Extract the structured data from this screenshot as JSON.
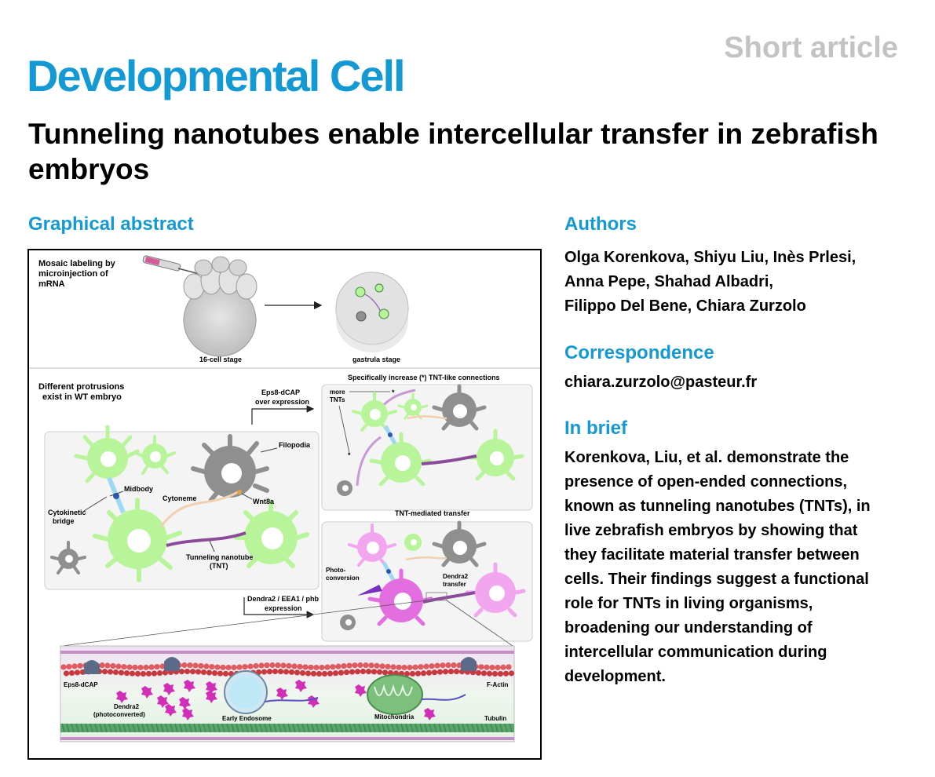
{
  "header": {
    "article_type": "Short article",
    "journal": "Developmental Cell",
    "title": "Tunneling nanotubes enable intercellular transfer in zebrafish embryos"
  },
  "graphical_abstract": {
    "heading": "Graphical abstract",
    "panel_top": {
      "label": "Mosaic labeling by microinjection of mRNA",
      "label_lines": [
        "Mosaic labeling by",
        "microinjection of",
        "mRNA"
      ],
      "stage_left": "16-cell stage",
      "stage_right": "gastrula stage"
    },
    "panel_wt": {
      "label_lines": [
        "Different protrusions",
        "exist in WT embryo"
      ],
      "filopodia": "Filopodia",
      "midbody": "Midbody",
      "cytoneme": "Cytoneme",
      "wnt8a": "Wnt8a",
      "cytokinetic_bridge_lines": [
        "Cytokinetic",
        "bridge"
      ],
      "tnt_lines": [
        "Tunneling nanotube",
        "(TNT)"
      ]
    },
    "overexpression_lines": [
      "Eps8-dCAP",
      "over expression"
    ],
    "panel_increase": {
      "title": "Specifically increase (*) TNT-like connections",
      "more_tnts_lines": [
        "more",
        "TNTs"
      ],
      "star": "*"
    },
    "panel_transfer": {
      "title": "TNT-mediated transfer",
      "photoconversion_lines": [
        "Photo-",
        "conversion"
      ],
      "dendra_transfer_lines": [
        "Dendra2",
        "transfer"
      ]
    },
    "expression_lines": [
      "Dendra2 / EEA1 / phb",
      "expression"
    ],
    "panel_detail": {
      "eps8": "Eps8-dCAP",
      "dendra_lines": [
        "Dendra2",
        "(photoconverted)"
      ],
      "early_endosome": "Early Endosome",
      "mitochondria": "Mitochondria",
      "f_actin": "F-Actin",
      "tubulin": "Tubulin"
    }
  },
  "authors": {
    "heading": "Authors",
    "lines": [
      "Olga Korenkova, Shiyu Liu, Inès Prlesi,",
      "Anna Pepe, Shahad Albadri,",
      "Filippo Del Bene, Chiara Zurzolo"
    ]
  },
  "correspondence": {
    "heading": "Correspondence",
    "email": "chiara.zurzolo@pasteur.fr"
  },
  "in_brief": {
    "heading": "In brief",
    "lines": [
      "Korenkova, Liu, et al. demonstrate the",
      "presence of open-ended connections,",
      "known as tunneling nanotubes (TNTs), in",
      "live zebrafish embryos by showing that",
      "they facilitate material transfer between",
      "cells. Their findings suggest a functional",
      "role for TNTs in living organisms,",
      "broadening our understanding of",
      "intercellular communication during",
      "development."
    ]
  },
  "colors": {
    "accent": "#1399d3",
    "article_type": "#c3c3c3",
    "cell_green": "#b8f59a",
    "cell_gray": "#8f8f8f",
    "cell_pink": "#f3a6f0",
    "actin_red": "#d8434a",
    "tubulin_green": "#5aa56c"
  }
}
